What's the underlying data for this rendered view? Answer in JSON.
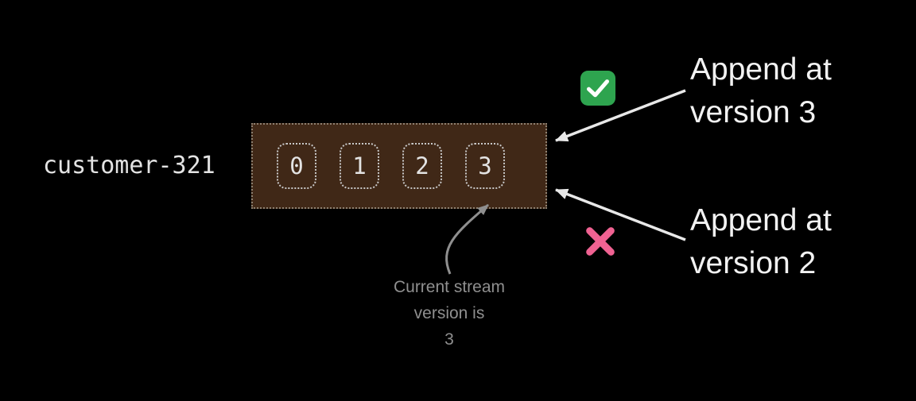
{
  "stream": {
    "name": "customer-321",
    "events": [
      "0",
      "1",
      "2",
      "3"
    ]
  },
  "callouts": {
    "append_ok": {
      "line1": "Append at",
      "line2": "version 3"
    },
    "append_fail": {
      "line1": "Append at",
      "line2": "version 2"
    }
  },
  "note": {
    "line1": "Current stream",
    "line2": "version is",
    "line3": "3"
  },
  "icons": {
    "success": "check-icon",
    "failure": "cross-icon"
  },
  "colors": {
    "background": "#000000",
    "stream_fill": "#402817",
    "stream_border": "#8d8070",
    "event_border": "#c9c9c9",
    "event_text": "#e3e3e3",
    "label_text": "#f2f2f2",
    "note_text": "#8f8f8f",
    "check_green": "#2ea44f",
    "check_mark": "#ffffff",
    "cross_pink": "#f06292",
    "arrow": "#e8e8e8"
  }
}
